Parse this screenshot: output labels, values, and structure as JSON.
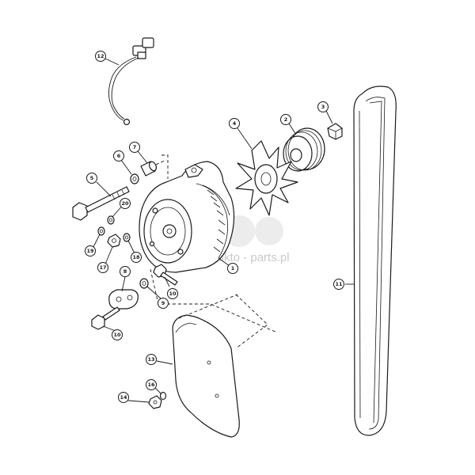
{
  "callouts": {
    "c1": "1",
    "c2": "2",
    "c3": "3",
    "c4": "4",
    "c5": "5",
    "c6": "6",
    "c7": "7",
    "c8": "8",
    "c9": "9",
    "c10a": "10",
    "c10b": "10",
    "c11": "11",
    "c12": "12",
    "c13": "13",
    "c14": "14",
    "c16": "16",
    "c17": "17",
    "c18": "18",
    "c19": "19",
    "c20": "20"
  },
  "watermark": {
    "text": "allkto - parts.pl"
  }
}
